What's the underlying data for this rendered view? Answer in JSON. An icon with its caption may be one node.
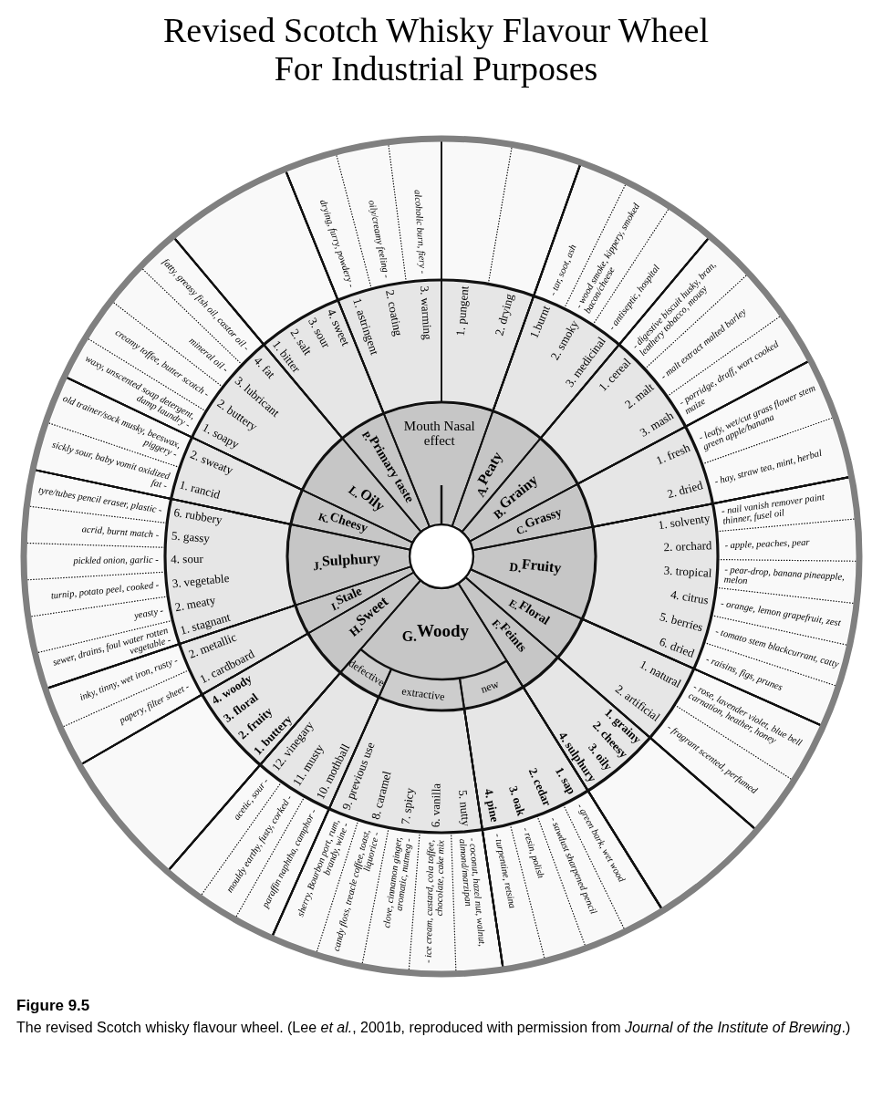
{
  "diagram": {
    "title": "Revised Scotch Whisky Flavour Wheel For Industrial Purposes",
    "caption": "The revised Scotch whisky flavour wheel. (Lee *et al.*, 2001b, reproduced with permission from *Journal of the Institute of Brewing*.)",
    "labels": [
      "Figure 9.5"
    ],
    "nodes": [
      {
        "text": [
          "Mouth Nasal effect"
        ]
      },
      {
        "text": [
          "1. astringent",
          "2. coating",
          "3. warming"
        ]
      },
      {
        "text": [
          "1. pungent",
          "2. drying"
        ]
      },
      {
        "text": [
          "drying, furry, powdery -"
        ]
      },
      {
        "text": [
          "oily/creamy feeling -"
        ]
      },
      {
        "text": [
          "alcoholic burn, fiery -"
        ]
      },
      {
        "text": [],
        "shape": "sector"
      },
      {
        "text": [],
        "shape": "sector"
      },
      {
        "text": [
          "$_{A.}$Peaty"
        ]
      },
      {
        "text": [
          "1.burnt",
          "2. smoky",
          "3. medicinal"
        ]
      },
      {
        "text": [
          "- tar, soot, ash"
        ]
      },
      {
        "text": [
          "- wood smoke, kippery, smoked bacon/cheese"
        ]
      },
      {
        "text": [
          "- antiseptic, hospital"
        ]
      },
      {
        "text": [
          "$_{B.}$Grainy"
        ]
      },
      {
        "text": [
          "1. cereal",
          "2. malt",
          "3. mash"
        ]
      },
      {
        "text": [
          "- digestive biscuit husky, bran, leathery tobacco, mousy"
        ]
      },
      {
        "text": [
          "- malt extract malted barley"
        ]
      },
      {
        "text": [
          "- porridge, draff, wort cooked maize"
        ]
      },
      {
        "text": [
          "$_{C.}$Grassy"
        ]
      },
      {
        "text": [
          "1. fresh",
          "2. dried"
        ]
      },
      {
        "text": [
          "- leafy, wet/cut grass flower stem green apple/banana"
        ]
      },
      {
        "text": [
          "- hay, straw tea, mint, herbal"
        ]
      },
      {
        "text": [
          "$_{D.}$Fruity"
        ]
      },
      {
        "text": [
          "1. solventy",
          "2. orchard",
          "3. tropical",
          "4. citrus",
          "5. berries",
          "6. dried"
        ]
      },
      {
        "text": [
          "- nail vanish remover paint thinner, fusel oil"
        ]
      },
      {
        "text": [
          "- apple, peaches, pear"
        ]
      },
      {
        "text": [
          "- pear-drop, banana pineapple, melon"
        ]
      },
      {
        "text": [
          "- orange, lemon grapefruit, zest"
        ]
      },
      {
        "text": [
          "- tomato stem blackcurrant, catty"
        ]
      },
      {
        "text": [
          "- raisins, figs, prunes"
        ]
      },
      {
        "text": [
          "$_{E.}$Floral"
        ]
      },
      {
        "text": [
          "1. natural",
          "2. artificial"
        ]
      },
      {
        "text": [
          "- rose, lavender violet, blue bell carnation, heather, honey"
        ]
      },
      {
        "text": [
          "- fragrant scented, perfumed"
        ]
      },
      {
        "text": [
          "$_{F.}$Feints"
        ]
      },
      {
        "text": [
          "1. grainy",
          "2. cheesy",
          "3. oily",
          "4. sulphury"
        ]
      },
      {
        "text": [],
        "shape": "sector"
      },
      {
        "text": [
          "$_{G.}$Woody"
        ]
      },
      {
        "text": [
          "new"
        ],
        "in": 37
      },
      {
        "text": [
          "extractive"
        ],
        "in": 37
      },
      {
        "text": [
          "defective"
        ],
        "in": 37
      },
      {
        "text": [
          "1. sap",
          "2. cedar",
          "3. oak",
          "4. pine"
        ]
      },
      {
        "text": [
          "- green bark, wet wood"
        ]
      },
      {
        "text": [
          "- sawdust sharpened pencil"
        ]
      },
      {
        "text": [
          "- resin, polish"
        ]
      },
      {
        "text": [
          "- turpentine, retsina"
        ]
      },
      {
        "text": [
          "5. nutty",
          "6. vanilla",
          "7. spicy",
          "8. caramel",
          "9. previous use"
        ]
      },
      {
        "text": [
          "- coconut, hazel nut, walnut, almond/marzipan"
        ]
      },
      {
        "text": [
          "- ice cream, custard, cola toffee, chocolate, cake mix"
        ]
      },
      {
        "text": [
          "clove, cinnamon ginger, aromatic, nutmeg -"
        ]
      },
      {
        "text": [
          "candy floss, treacle coffee, toast, liquorice -"
        ]
      },
      {
        "text": [
          "sherry, Bourbon port, rum, brandy, wine -"
        ]
      },
      {
        "text": [
          "10. mothball",
          "11. musty",
          "12. vinegary"
        ]
      },
      {
        "text": [
          "paraffin naphtha, camphor -"
        ]
      },
      {
        "text": [
          "mouldy earthy, fusty, corked -"
        ]
      },
      {
        "text": [
          "acetic, sour -"
        ]
      },
      {
        "text": [
          "$_{H.}$Sweet"
        ]
      },
      {
        "text": [
          "1. buttery",
          "2. fruity",
          "3. floral",
          "4. woody"
        ]
      },
      {
        "text": [],
        "shape": "sector"
      },
      {
        "text": [
          "$_{I.}$Stale"
        ]
      },
      {
        "text": [
          "1. cardboard",
          "2. metallic"
        ]
      },
      {
        "text": [
          "papery, filter sheet -"
        ]
      },
      {
        "text": [
          "inky, tinny, wet iron, rusty -"
        ]
      },
      {
        "text": [
          "$_{J.}$Sulphury"
        ]
      },
      {
        "text": [
          "1. stagnant",
          "2. meaty",
          "3. vegetable",
          "4. sour",
          "5. gassy",
          "6. rubbery"
        ]
      },
      {
        "text": [
          "sewer, drains, foul water rotten vegetable -"
        ]
      },
      {
        "text": [
          "yeasty -"
        ]
      },
      {
        "text": [
          "turnip, potato peel, cooked -"
        ]
      },
      {
        "text": [
          "pickled onion, garlic -"
        ]
      },
      {
        "text": [
          "acrid, burnt match -"
        ]
      },
      {
        "text": [
          "tyre/tubes pencil eraser, plastic -"
        ]
      },
      {
        "text": [
          "$_{K.}$Cheesy"
        ]
      },
      {
        "text": [
          "1. rancid",
          "2. sweaty"
        ]
      },
      {
        "text": [
          "sickly sour, baby vomit oxidized fat -"
        ]
      },
      {
        "text": [
          "old trainer/sock musky, beeswax, piggery -"
        ]
      },
      {
        "text": [
          "$_{L.}$Oily"
        ]
      },
      {
        "text": [
          "1. soapy",
          "2. buttery",
          "3. lubricant",
          "4. fat"
        ]
      },
      {
        "text": [
          "waxy, unscented soap detergent, damp laundry -"
        ]
      },
      {
        "text": [
          "creamy toffee, butter scotch -"
        ]
      },
      {
        "text": [
          "mineral oil -"
        ]
      },
      {
        "text": [
          "fatty, greasy fish oil, castor oil -"
        ]
      },
      {
        "text": [
          "$_{P.}$Primary taste"
        ]
      },
      {
        "text": [
          "1. bitter",
          "2. salt",
          "3. sour",
          "4. sweet"
        ]
      },
      {
        "text": [],
        "shape": "sector"
      }
    ]
  }
}
